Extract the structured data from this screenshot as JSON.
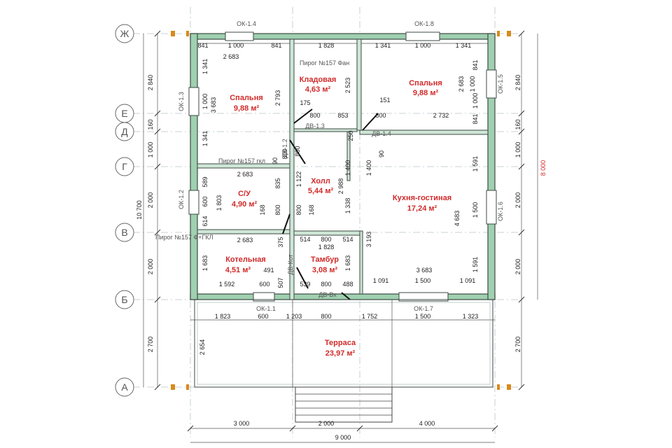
{
  "axes": {
    "rows": [
      "Ж",
      "Е",
      "Д",
      "Г",
      "В",
      "Б",
      "А"
    ]
  },
  "rooms": [
    {
      "id": "bedroom-left",
      "name": "Спальня",
      "area": "9,88 м²"
    },
    {
      "id": "storage",
      "name": "Кладовая",
      "area": "4,63 м²"
    },
    {
      "id": "bedroom-right",
      "name": "Спальня",
      "area": "9,88 м²"
    },
    {
      "id": "hall",
      "name": "Холл",
      "area": "5,44 м²"
    },
    {
      "id": "bathroom",
      "name": "С/У",
      "area": "4,90 м²"
    },
    {
      "id": "kitchen-living",
      "name": "Кухня-гостиная",
      "area": "17,24 м²"
    },
    {
      "id": "boiler",
      "name": "Котельная",
      "area": "4,51 м²"
    },
    {
      "id": "vestibule",
      "name": "Тамбур",
      "area": "3,08 м²"
    },
    {
      "id": "terrace",
      "name": "Терраса",
      "area": "23,97 м²"
    }
  ],
  "windows": [
    "ОК-1.4",
    "ОК-1.8",
    "ОК-1.3",
    "ОК-1.5",
    "ОК-1.2",
    "ОК-1.6",
    "ОК-1.1",
    "ОК-1.7"
  ],
  "doors": [
    "ДВ-1.3",
    "ДВ-1.4",
    "ДВ-1.2",
    "ДВ-Кот",
    "ДВ-Вх"
  ],
  "wall_types": [
    "Пирог №157 Фан",
    "Пирог №157 гкл",
    "Пирог №157 Ф+ГКЛ"
  ],
  "left_dims": {
    "outer_total": "10 700",
    "outer": [
      "2 840",
      "160",
      "1 000",
      "2 000",
      "2 000",
      "2 700"
    ],
    "inner": [
      "1 341",
      "1 000",
      "1 341",
      "589",
      "600",
      "614",
      "1 683",
      "1 592"
    ]
  },
  "right_dims": {
    "outer_total": "8 000",
    "outer": [
      "2 840",
      "160",
      "1 000",
      "2 000",
      "2 000",
      "2 700"
    ],
    "inner": [
      "841",
      "1 000",
      "841",
      "1 591",
      "1 500",
      "1 591"
    ]
  },
  "bottom_dims": {
    "spans": [
      "3 000",
      "2 000",
      "4 000"
    ],
    "total": "9 000"
  },
  "terrace_row": [
    "1 823",
    "600",
    "1 203",
    "800",
    "1 752",
    "1 500",
    "1 323"
  ],
  "top_row_dims": [
    "841",
    "1 000",
    "841",
    "1 828",
    "1 341",
    "1 000",
    "1 341"
  ],
  "interior_dims": [
    "2 683",
    "2 793",
    "3 683",
    "2 523",
    "2 683",
    "1 000",
    "175",
    "800",
    "853",
    "151",
    "800",
    "2 732",
    "90",
    "250",
    "1 400",
    "1 400",
    "2 988",
    "2 683",
    "835",
    "1 122",
    "1 803",
    "168",
    "800",
    "800",
    "168",
    "514",
    "800",
    "514",
    "1 828",
    "3 193",
    "4 683",
    "1 338",
    "375",
    "2 683",
    "491",
    "1 683",
    "3 683",
    "1 091",
    "1 500",
    "1 091",
    "1 592",
    "600",
    "507",
    "539",
    "800",
    "488",
    "2 654",
    "90",
    "800",
    "800"
  ]
}
